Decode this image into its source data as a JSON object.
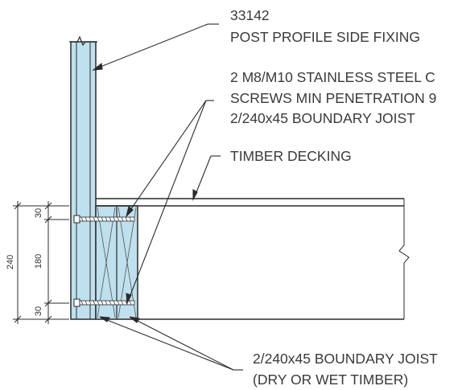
{
  "callouts": {
    "profile": {
      "code": "33142",
      "description": "POST PROFILE SIDE FIXING"
    },
    "screws": {
      "line1": "2 M8/M10 STAINLESS STEEL C",
      "line2": "SCREWS MIN PENETRATION 9",
      "line3": "2/240x45 BOUNDARY JOIST"
    },
    "decking": {
      "label": "TIMBER DECKING"
    },
    "joist": {
      "line1": "2/240x45 BOUNDARY JOIST",
      "line2": "(DRY OR WET TIMBER)"
    }
  },
  "dimensions": {
    "overall": "240",
    "top": "30",
    "middle": "180",
    "bottom": "30"
  },
  "colors": {
    "post_fill": "#bfe0ee",
    "line": "#2b2b2b",
    "text": "#3a3a3a"
  }
}
